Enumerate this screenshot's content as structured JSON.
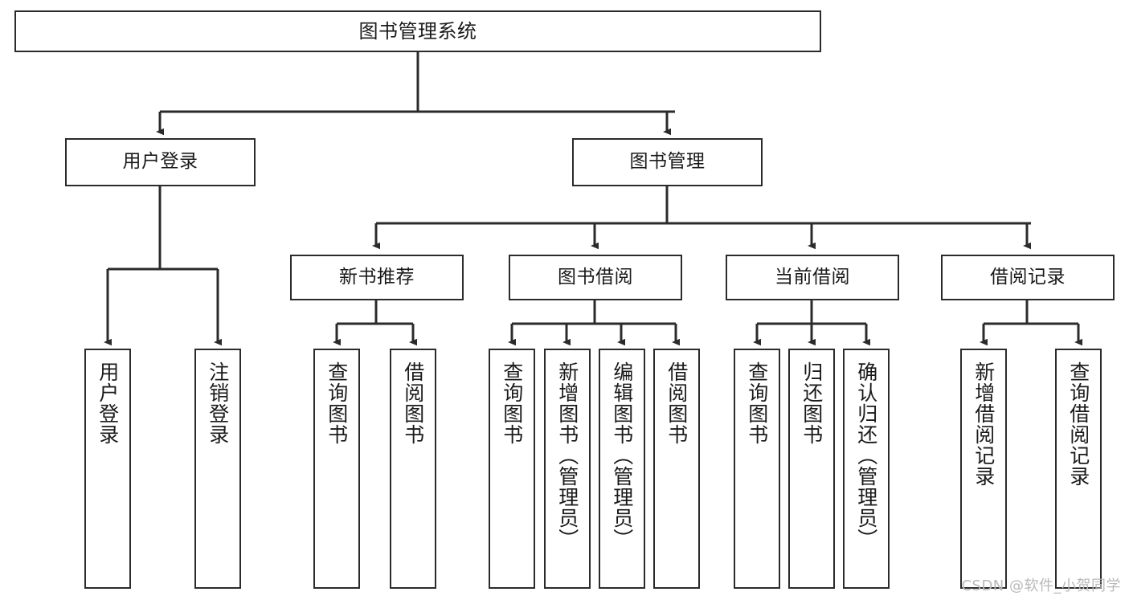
{
  "diagram": {
    "title": "图书管理系统",
    "type": "tree-functional-structure",
    "watermark": "CSDN @软件_小贺同学",
    "colors": {
      "stroke": "#2b2b2b",
      "fill": "#ffffff",
      "text": "#1a1a1a",
      "watermark": "#b9b9b9"
    },
    "nodes": {
      "root": "图书管理系统",
      "level1": {
        "user_login": "用户登录",
        "book_manage": "图书管理"
      },
      "level2": {
        "new_book_rec": "新书推荐",
        "book_borrow": "图书借阅",
        "current_borrow": "当前借阅",
        "borrow_record": "借阅记录"
      },
      "leaves": {
        "user_login_1": "用户登录",
        "user_login_2": "注销登录",
        "new_book_rec_1": "查询图书",
        "new_book_rec_2": "借阅图书",
        "book_borrow_1": "查询图书",
        "book_borrow_2": "新增图书（管理员）",
        "book_borrow_3": "编辑图书（管理员）",
        "book_borrow_4": "借阅图书",
        "current_borrow_1": "查询图书",
        "current_borrow_2": "归还图书",
        "current_borrow_3": "确认归还（管理员）",
        "borrow_record_1": "新增借阅记录",
        "borrow_record_2": "查询借阅记录"
      }
    }
  }
}
